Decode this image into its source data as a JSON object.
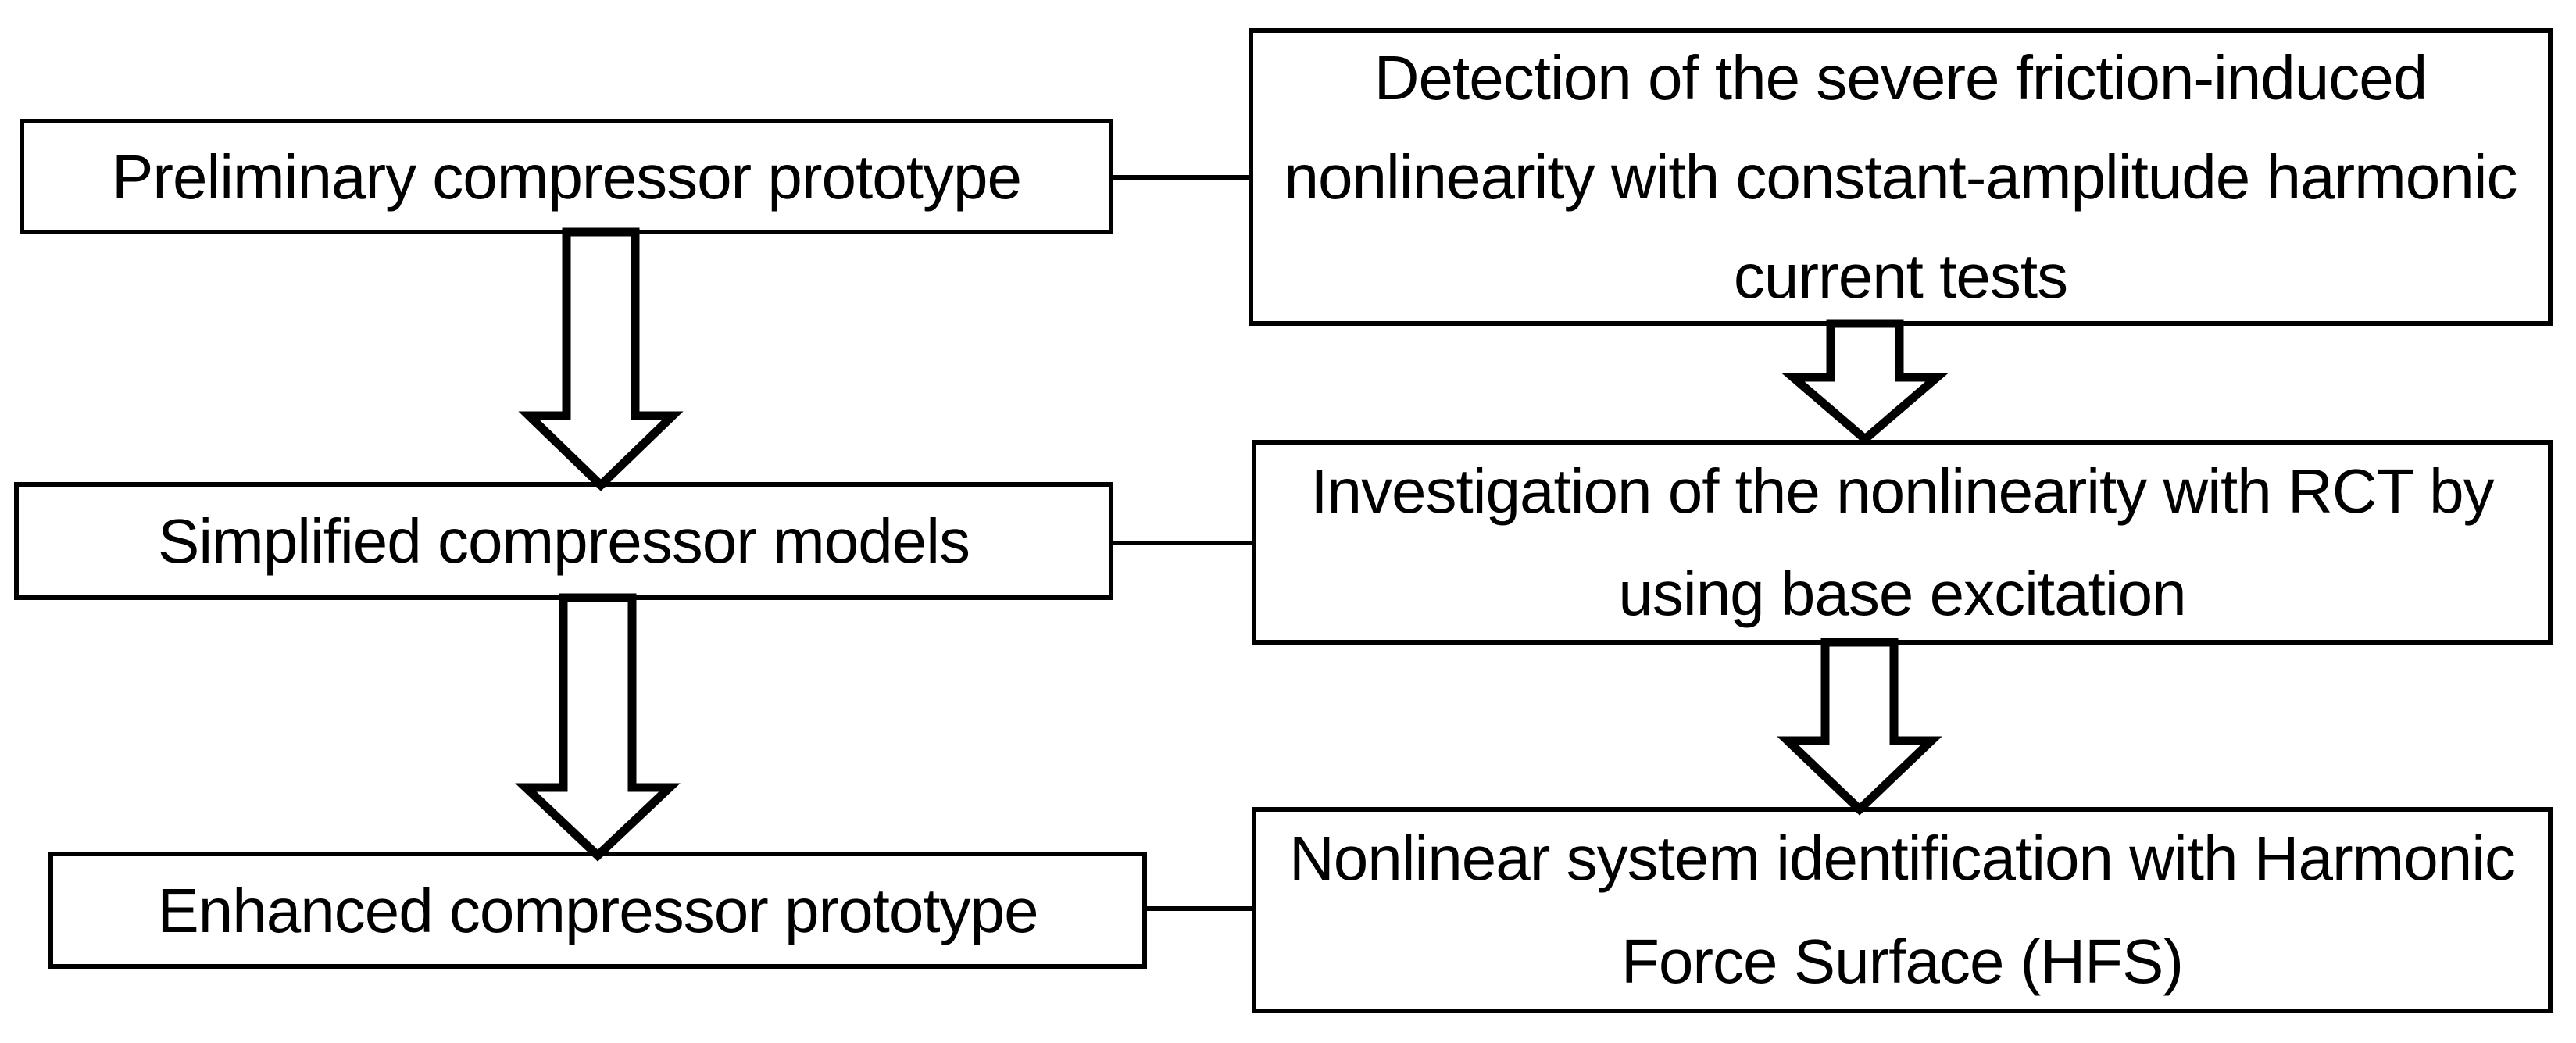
{
  "page": {
    "background_color": "#ffffff",
    "stroke_color": "#000000",
    "box_fill_color": "#ffffff"
  },
  "flowchart": {
    "left_column": [
      {
        "id": "preliminary-compressor-prototype",
        "label": "Preliminary compressor prototype"
      },
      {
        "id": "simplified-compressor-models",
        "label": "Simplified compressor models"
      },
      {
        "id": "enhanced-compressor-prototype",
        "label": "Enhanced compressor prototype"
      }
    ],
    "right_column": [
      {
        "id": "detection-step",
        "label": "Detection of the severe friction-induced nonlinearity with constant-amplitude harmonic current tests"
      },
      {
        "id": "investigation-step",
        "label": "Investigation of the nonlinearity with RCT by using base excitation"
      },
      {
        "id": "identification-step",
        "label": "Nonlinear system identification with Harmonic Force Surface (HFS)"
      }
    ],
    "arrows": [
      {
        "icon": "down-arrow-icon",
        "from": "preliminary-compressor-prototype",
        "to": "simplified-compressor-models"
      },
      {
        "icon": "down-arrow-icon",
        "from": "simplified-compressor-models",
        "to": "enhanced-compressor-prototype"
      },
      {
        "icon": "down-arrow-icon",
        "from": "detection-step",
        "to": "investigation-step"
      },
      {
        "icon": "down-arrow-icon",
        "from": "investigation-step",
        "to": "identification-step"
      }
    ],
    "connectors": [
      {
        "from": "preliminary-compressor-prototype",
        "to": "detection-step"
      },
      {
        "from": "simplified-compressor-models",
        "to": "investigation-step"
      },
      {
        "from": "enhanced-compressor-prototype",
        "to": "identification-step"
      }
    ]
  }
}
